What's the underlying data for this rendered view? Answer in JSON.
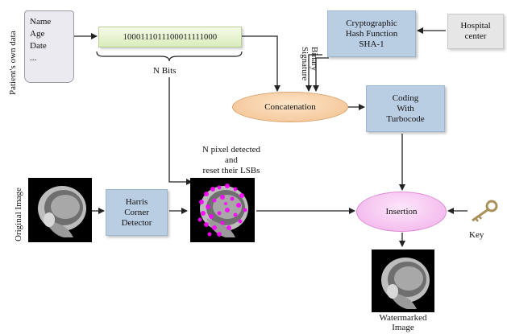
{
  "patient": {
    "side_label": "Patient's own data",
    "fields": [
      "Name",
      "Age",
      "Date",
      "..."
    ]
  },
  "bits": {
    "value": "1000111011100011111000",
    "brace_label": "N Bits"
  },
  "hash": {
    "line1": "Cryptographic",
    "line2": "Hash Function",
    "line3": "SHA-1"
  },
  "hospital": {
    "line1": "Hospital",
    "line2": "center"
  },
  "binary_signature": {
    "line1": "Binary",
    "line2": "Signature"
  },
  "concatenation": {
    "label": "Concatenation"
  },
  "coding": {
    "line1": "Coding",
    "line2": "With",
    "line3": "Turbocode"
  },
  "original": {
    "side_label": "Original Image"
  },
  "harris": {
    "line1": "Harris",
    "line2": "Corner",
    "line3": "Detector"
  },
  "detected": {
    "line1": "N pixel detected",
    "line2": "and",
    "line3": "reset their LSBs"
  },
  "insertion": {
    "label": "Insertion"
  },
  "key": {
    "label": "Key"
  },
  "watermarked": {
    "line1": "Watermarked",
    "line2": "Image"
  },
  "colors": {
    "box_blue": "#b9cde3",
    "concat_peach": "#f6cfa6",
    "insertion_pink": "#f5bcef",
    "detected_magenta": "#ff00ff"
  }
}
